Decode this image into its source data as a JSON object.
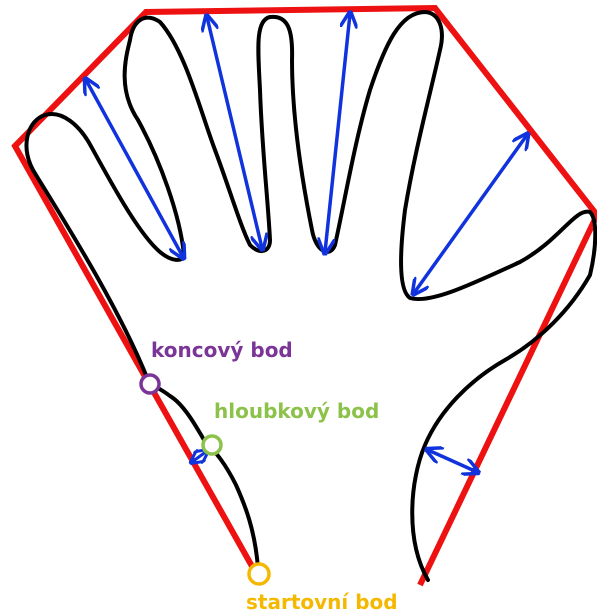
{
  "labels": {
    "end_point": "koncový bod",
    "depth_point": "hloubkový bod",
    "start_point": "startovní bod"
  },
  "colors": {
    "hull": "#ee1111",
    "outline": "#000000",
    "arrow": "#1133dd",
    "end_point": "#7a3596",
    "depth_point": "#8cc24a",
    "start_point": "#f5b800"
  }
}
